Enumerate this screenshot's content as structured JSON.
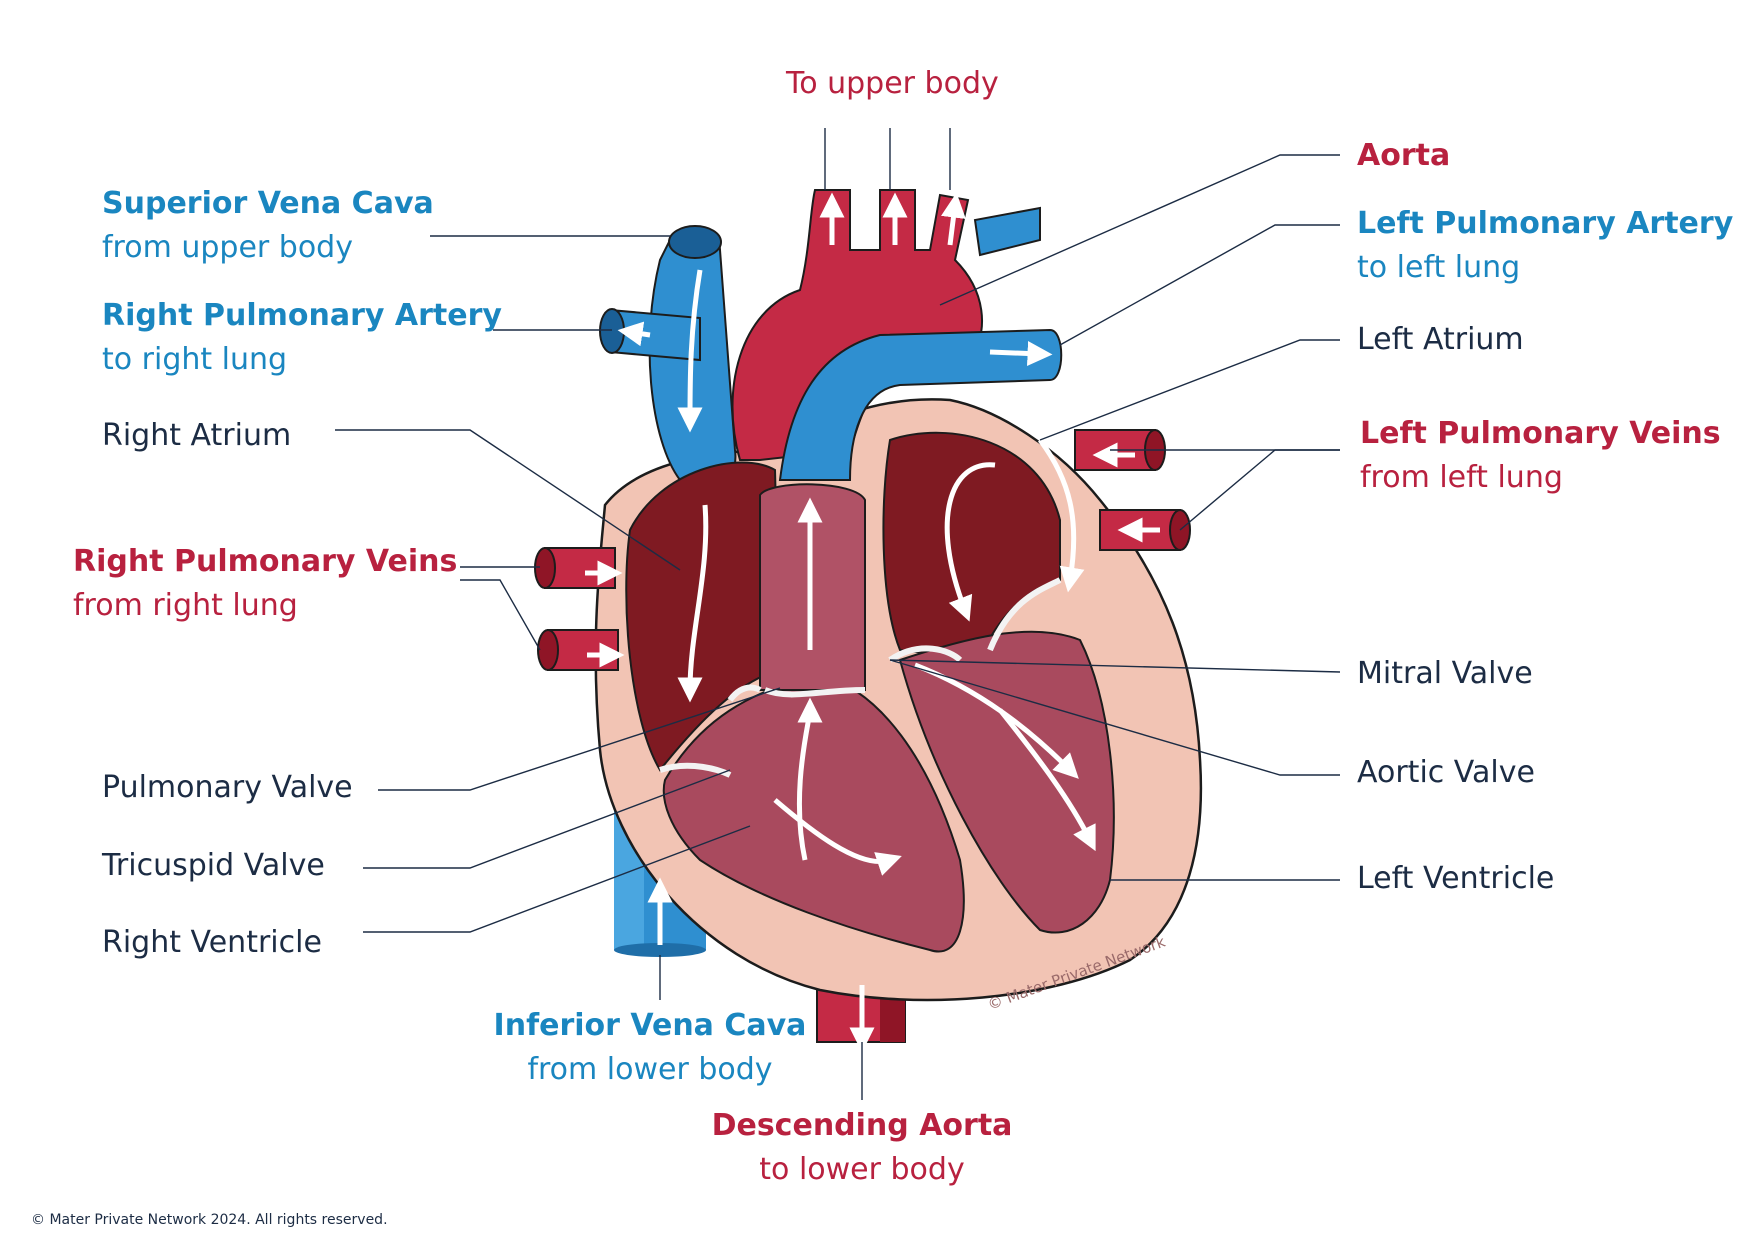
{
  "colors": {
    "oxygenated_red": "#b8213f",
    "deoxygenated_blue": "#1a86c0",
    "label_dark": "#1c2c44",
    "leader_line": "#1c2c44",
    "muscle_outer": "#f2c4b4",
    "chamber_dark": "#7f1a22",
    "chamber_light": "#a94a5e",
    "vessel_red": "#c42a45",
    "vessel_blue": "#2f8fd0"
  },
  "labels": {
    "to_upper_body": "To upper body",
    "aorta": "Aorta",
    "superior_vena_cava": {
      "title": "Superior Vena Cava",
      "sub": "from upper body"
    },
    "left_pulmonary_artery": {
      "title": "Left Pulmonary Artery",
      "sub": "to left lung"
    },
    "right_pulmonary_artery": {
      "title": "Right Pulmonary Artery",
      "sub": "to right lung"
    },
    "left_atrium": "Left Atrium",
    "right_atrium": "Right Atrium",
    "left_pulmonary_veins": {
      "title": "Left Pulmonary Veins",
      "sub": "from left lung"
    },
    "right_pulmonary_veins": {
      "title": "Right Pulmonary Veins",
      "sub": "from right lung"
    },
    "mitral_valve": "Mitral Valve",
    "aortic_valve": "Aortic Valve",
    "pulmonary_valve": "Pulmonary Valve",
    "tricuspid_valve": "Tricuspid Valve",
    "right_ventricle": "Right Ventricle",
    "left_ventricle": "Left Ventricle",
    "inferior_vena_cava": {
      "title": "Inferior Vena Cava",
      "sub": "from lower body"
    },
    "descending_aorta": {
      "title": "Descending Aorta",
      "sub": "to lower body"
    }
  },
  "watermark": "© Mater Private Network",
  "copyright": "© Mater Private Network 2024. All rights reserved."
}
